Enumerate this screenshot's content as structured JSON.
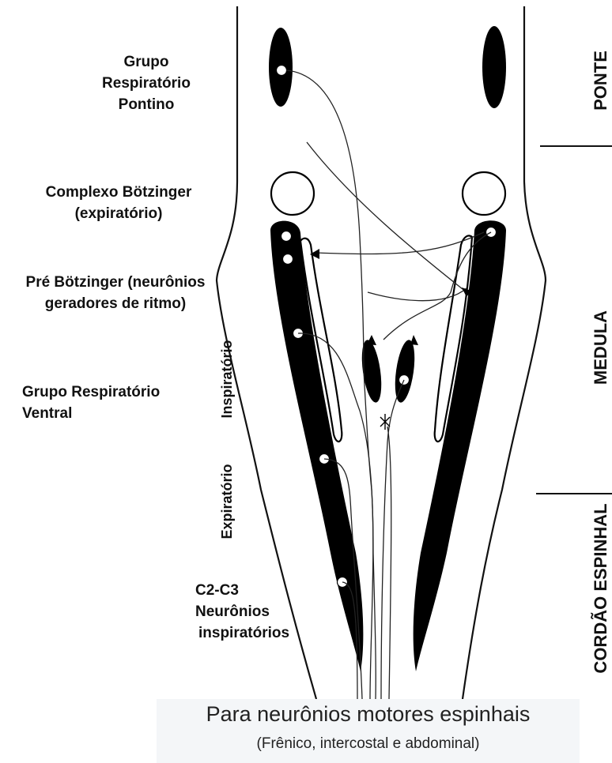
{
  "labels": {
    "pontine_group": [
      "Grupo",
      "Respiratório",
      "Pontino"
    ],
    "botzinger": [
      "Complexo Bötzinger",
      "(expiratório)"
    ],
    "pre_botzinger": [
      "Pré Bötzinger (neurônios",
      "geradores de ritmo)"
    ],
    "ventral_group": [
      "Grupo Respiratório",
      "Ventral"
    ],
    "c2c3": [
      "C2-C3",
      "Neurônios",
      "inspiratórios"
    ],
    "inspiratorio": "Inspiratório",
    "expiratorio": "Expiratório"
  },
  "regions": {
    "ponte": "PONTE",
    "medula": "MEDULA",
    "cordao": "CORDÃO ESPINHAL"
  },
  "footer": {
    "main": "Para neurônios motores espinhais",
    "sub": "(Frênico,  intercostal e abdominal)"
  }
}
